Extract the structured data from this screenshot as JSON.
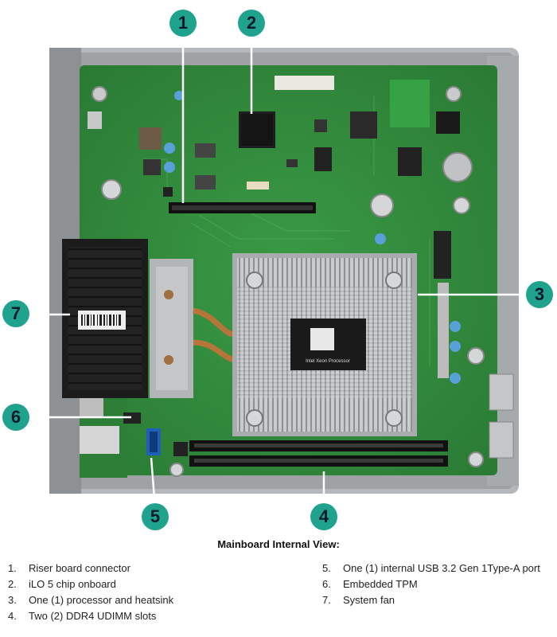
{
  "callouts": [
    {
      "id": "1"
    },
    {
      "id": "2"
    },
    {
      "id": "3"
    },
    {
      "id": "4"
    },
    {
      "id": "5"
    },
    {
      "id": "6"
    },
    {
      "id": "7"
    }
  ],
  "caption": "Mainboard  Internal View:",
  "legend_left": [
    {
      "num": "1.",
      "text": "Riser board connector"
    },
    {
      "num": "2.",
      "text": "iLO 5 chip onboard"
    },
    {
      "num": "3.",
      "text": "One (1) processor and heatsink"
    },
    {
      "num": "4.",
      "text": "Two (2) DDR4 UDIMM slots"
    }
  ],
  "legend_right": [
    {
      "num": "5.",
      "text": "One (1) internal USB 3.2 Gen 1Type-A port"
    },
    {
      "num": "6.",
      "text": "Embedded TPM"
    },
    {
      "num": "7.",
      "text": "System fan"
    }
  ],
  "heatsink_label": "Intel Xeon Processor",
  "colors": {
    "callout": "#1fa38f",
    "board": "#2f8a3c",
    "chassis": "#a8acb0"
  }
}
